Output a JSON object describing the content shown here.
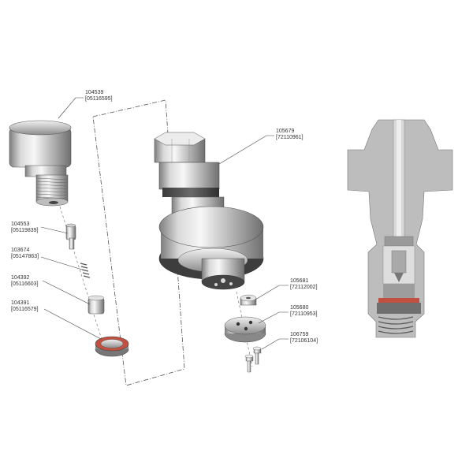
{
  "diagram": {
    "parts": [
      {
        "id": "104539",
        "code": "[05116595]"
      },
      {
        "id": "104553",
        "code": "[05119839]"
      },
      {
        "id": "103674",
        "code": "[05147863]"
      },
      {
        "id": "104392",
        "code": "[05116603]"
      },
      {
        "id": "104391",
        "code": "[05116579]"
      },
      {
        "id": "105679",
        "code": "[72110961]"
      },
      {
        "id": "105681",
        "code": "[72112002]"
      },
      {
        "id": "105680",
        "code": "[72110953]"
      },
      {
        "id": "106759",
        "code": "[72106104]"
      }
    ]
  },
  "colors": {
    "background": "#ffffff",
    "metal_light": "#e6e6e6",
    "metal_dark": "#8a8a8a",
    "section_fill": "#b8b8b8",
    "section_dark": "#7a7a7a",
    "seal_red": "#c0503f"
  }
}
